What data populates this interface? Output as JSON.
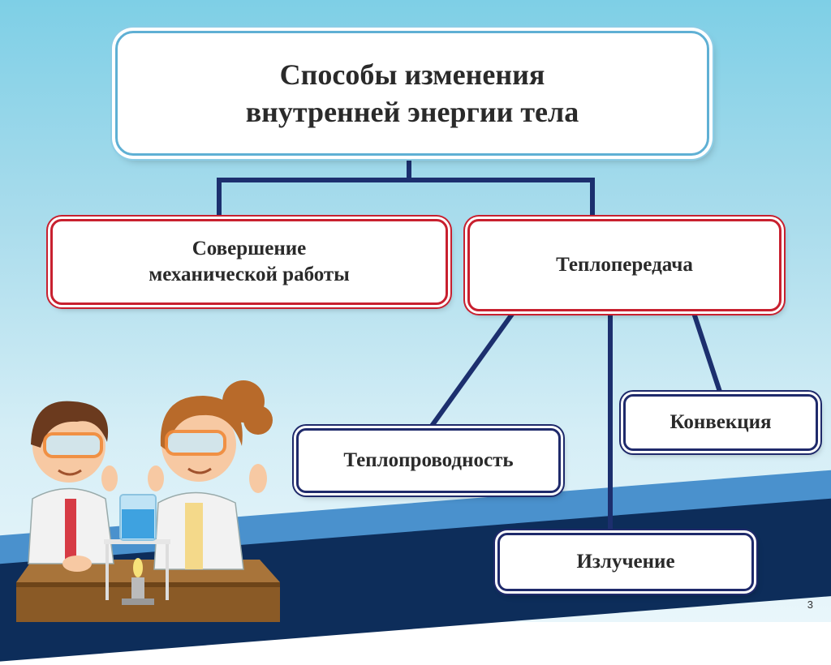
{
  "diagram": {
    "root": {
      "line1": "Способы изменения",
      "line2": "внутренней энергии тела"
    },
    "work": {
      "line1": "Совершение",
      "line2": "механической работы"
    },
    "heat_transfer": {
      "label": "Теплопередача"
    },
    "conduction": {
      "label": "Теплопроводность"
    },
    "convection": {
      "label": "Конвекция"
    },
    "radiation": {
      "label": "Излучение"
    }
  },
  "slide_number": "3",
  "colors": {
    "connector": "#1c2f6e",
    "red_border": "#c8202f",
    "blue_border": "#1f2a6b",
    "title_border": "#5fb0d4"
  },
  "illustration": {
    "icon": "scientists-illustration"
  }
}
